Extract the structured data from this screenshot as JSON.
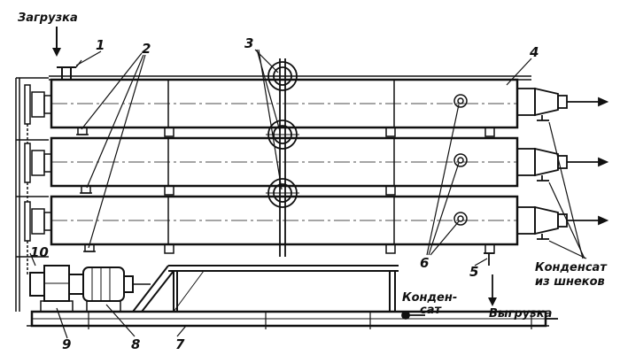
{
  "labels": {
    "loading": "Загрузка",
    "unloading": "Выгрузка",
    "condensate_1": "Конден-",
    "condensate_2": "сат",
    "condensate_screws_1": "Конденсат",
    "condensate_screws_2": "из шнеков",
    "n1": "1",
    "n2": "2",
    "n3": "3",
    "n4": "4",
    "n5": "5",
    "n6": "6",
    "n7": "7",
    "n8": "8",
    "n9": "9",
    "n10": "10"
  },
  "colors": {
    "ink": "#111111",
    "paper": "#ffffff"
  }
}
